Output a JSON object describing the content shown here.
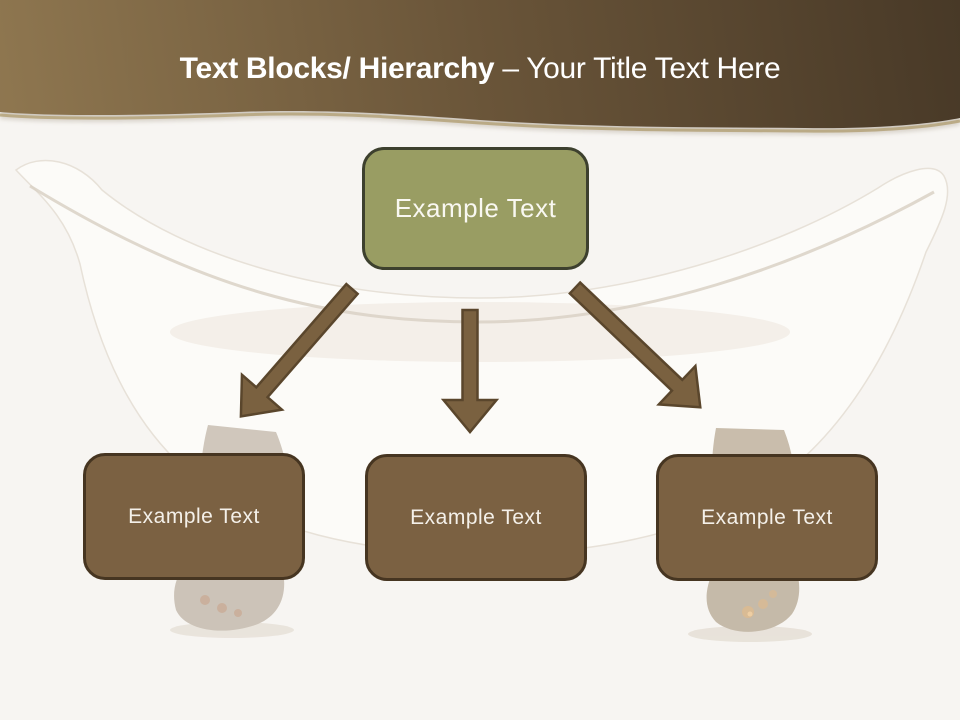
{
  "title": {
    "bold": "Text Blocks/ Hierarchy",
    "subtitle": " – Your Title Text Here"
  },
  "hierarchy": {
    "root": {
      "label": "Example Text"
    },
    "children": [
      {
        "label": "Example Text"
      },
      {
        "label": "Example Text"
      },
      {
        "label": "Example Text"
      }
    ]
  },
  "background": {
    "image_subject": "clawfoot-bathtub"
  },
  "colors": {
    "header_brown_dark": "#483927",
    "header_brown_light": "#8f7750",
    "header_accent_line": "#b5a379",
    "title_text": "#ffffff",
    "root_box_fill": "#999d63",
    "root_box_border": "#3d402e",
    "child_box_fill": "#7b6142",
    "child_box_border": "#463521",
    "arrow_fill": "#7a6140",
    "arrow_outline": "#5a462c",
    "page_background": "#f7f5f2"
  }
}
